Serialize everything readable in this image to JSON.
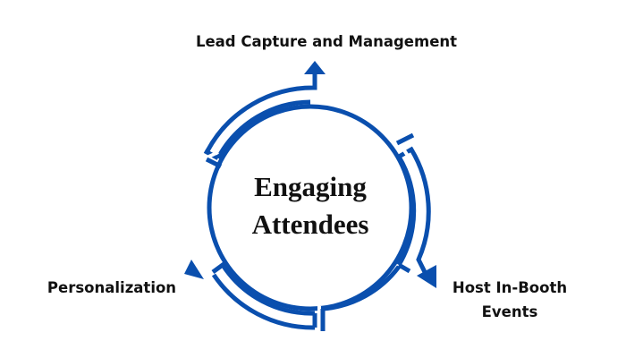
{
  "diagram": {
    "type": "cycle",
    "center": {
      "title_line1": "Engaging",
      "title_line2": "Attendees"
    },
    "nodes": [
      {
        "id": "lead-capture",
        "label": "Lead Capture and Management",
        "position": "top"
      },
      {
        "id": "host-events",
        "label_line1": "Host In-Booth",
        "label_line2": "Events",
        "position": "bottom-right"
      },
      {
        "id": "personalization",
        "label": "Personalization",
        "position": "left"
      }
    ],
    "colors": {
      "accent": "#0a4fae",
      "text": "#111111",
      "background": "#ffffff"
    }
  }
}
